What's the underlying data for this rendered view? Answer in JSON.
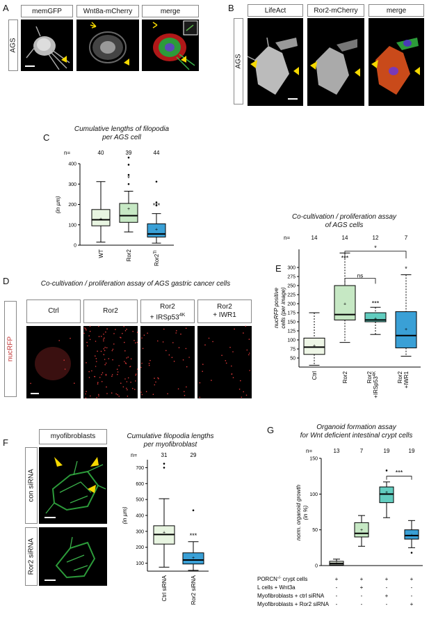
{
  "panel_letters": {
    "A": "A",
    "B": "B",
    "C": "C",
    "D": "D",
    "E": "E",
    "F": "F",
    "G": "G"
  },
  "panelA": {
    "side": "AGS",
    "labels": [
      "memGFP",
      "Wnt8a-mCherry",
      "merge"
    ]
  },
  "panelB": {
    "side": "AGS",
    "labels": [
      "LifeAct",
      "Ror2-mCherry",
      "merge"
    ]
  },
  "panelC": {
    "title_line1": "Cumulative lengths of filopodia",
    "title_line2": "per AGS cell",
    "n_label": "n=",
    "ylabel": "(in µm)",
    "sig": [
      "*",
      "***"
    ],
    "chart_data": {
      "type": "box",
      "categories": [
        "WT",
        "Ror2",
        "Ror2"
      ],
      "cat_sup": [
        "",
        "",
        "TI"
      ],
      "n": [
        "40",
        "39",
        "44"
      ],
      "yticks": [
        0,
        100,
        200,
        300,
        400
      ],
      "ylim": [
        0,
        400
      ],
      "boxes": [
        {
          "low": 15,
          "q1": 95,
          "med": 125,
          "q3": 175,
          "high": 312,
          "mean": 130,
          "outliers": []
        },
        {
          "low": 65,
          "q1": 112,
          "med": 145,
          "q3": 205,
          "high": 265,
          "mean": 180,
          "outliers": [
            300,
            345,
            395,
            430
          ]
        },
        {
          "low": 10,
          "q1": 40,
          "med": 55,
          "q3": 105,
          "high": 155,
          "mean": 78,
          "outliers": [
            195,
            210,
            312
          ]
        }
      ],
      "colors": [
        "#e8f5e1",
        "#c6e8c4",
        "#3aa0d6"
      ]
    }
  },
  "panelD": {
    "title": "Co-cultivation / proliferation assay of AGS gastric cancer cells",
    "side": "nucRFP",
    "labels": [
      [
        "Ctrl",
        ""
      ],
      [
        "Ror2",
        ""
      ],
      [
        "Ror2",
        "+ IRSp53"
      ],
      [
        "Ror2",
        "+ IWR1"
      ]
    ],
    "sup": [
      "",
      "",
      "4K",
      ""
    ]
  },
  "panelE": {
    "title_line1": "Co-cultivation / proliferation assay",
    "title_line2": "of AGS cells",
    "n_label": "n=",
    "ylabel_line1": "nucRFP positive",
    "ylabel_line2": "cells (per image)",
    "sig": [
      "***",
      "***",
      "*",
      "*",
      "ns"
    ],
    "chart_data": {
      "type": "box",
      "categories": [
        "Ctrl",
        "Ror2",
        "Ror2 +IRSp53",
        "Ror2 +IWR1"
      ],
      "cat_sup": [
        "",
        "",
        "4K",
        ""
      ],
      "n": [
        "14",
        "14",
        "12",
        "7"
      ],
      "yticks": [
        50,
        75,
        100,
        125,
        150,
        175,
        200,
        225,
        250,
        275,
        300
      ],
      "ylim": [
        25,
        350
      ],
      "boxes": [
        {
          "low": 30,
          "q1": 60,
          "med": 80,
          "q3": 105,
          "high": 175,
          "mean": 85
        },
        {
          "low": 93,
          "q1": 155,
          "med": 170,
          "q3": 250,
          "high": 340,
          "mean": 200
        },
        {
          "low": 115,
          "q1": 150,
          "med": 155,
          "q3": 175,
          "high": 190,
          "mean": 160
        },
        {
          "low": 55,
          "q1": 78,
          "med": 112,
          "q3": 178,
          "high": 280,
          "mean": 130
        }
      ],
      "colors": [
        "#eef6e6",
        "#c6e8c4",
        "#62cdbf",
        "#3aa0d6"
      ]
    }
  },
  "panelF": {
    "header": "myofibroblasts",
    "rows": [
      "con siRNA",
      "Ror2 siRNA"
    ],
    "title_line1": "Cumulative filopodia lengths",
    "title_line2": "per myofibroblast",
    "n_label": "n=",
    "ylabel": "(in µm)",
    "sig": [
      "***"
    ],
    "chart_data": {
      "type": "box",
      "categories": [
        "Ctrl siRNA",
        "Ror2 siRNA"
      ],
      "n": [
        "31",
        "29"
      ],
      "yticks": [
        100,
        200,
        300,
        400,
        500,
        600,
        700
      ],
      "ylim": [
        50,
        750
      ],
      "boxes": [
        {
          "low": 75,
          "q1": 220,
          "med": 280,
          "q3": 335,
          "high": 505,
          "mean": 295,
          "outliers": [
            700,
            725
          ]
        },
        {
          "low": 55,
          "q1": 95,
          "med": 120,
          "q3": 165,
          "high": 235,
          "mean": 135,
          "outliers": [
            432
          ]
        }
      ],
      "colors": [
        "#e8f5e1",
        "#3aa0d6"
      ]
    }
  },
  "panelG": {
    "title_line1": "Organoid formation assay",
    "title_line2": "for Wnt deficient intestinal crypt cells",
    "n_label": "n=",
    "ylabel_line1": "norm. organoid growth",
    "ylabel_line2": "(in %)",
    "sig": [
      "***"
    ],
    "chart_data": {
      "type": "box",
      "n": [
        "13",
        "7",
        "19",
        "19"
      ],
      "yticks": [
        0,
        50,
        100,
        150
      ],
      "ylim": [
        0,
        150
      ],
      "boxes": [
        {
          "low": 0,
          "q1": 1,
          "med": 3,
          "q3": 6,
          "high": 9,
          "mean": 4
        },
        {
          "low": 27,
          "q1": 40,
          "med": 45,
          "q3": 60,
          "high": 70,
          "mean": 50
        },
        {
          "low": 67,
          "q1": 88,
          "med": 100,
          "q3": 110,
          "high": 117,
          "mean": 103,
          "outliers": [
            133
          ]
        },
        {
          "low": 25,
          "q1": 37,
          "med": 42,
          "q3": 50,
          "high": 63,
          "mean": 43,
          "outliers": [
            18
          ]
        }
      ],
      "colors": [
        "#eef6e6",
        "#c6e8c4",
        "#62cdbf",
        "#3aa0d6"
      ],
      "conditions": [
        {
          "label": "PORCN",
          "sup": "-/-",
          "suffix": " crypt cells",
          "marks": [
            "+",
            "+",
            "+",
            "+"
          ]
        },
        {
          "label": "L cells + Wnt3a",
          "sup": "",
          "suffix": "",
          "marks": [
            "-",
            "+",
            "-",
            "-"
          ]
        },
        {
          "label": "Myofibroblasts + ctrl siRNA",
          "sup": "",
          "suffix": "",
          "marks": [
            "-",
            "-",
            "+",
            "-"
          ]
        },
        {
          "label": "Myofibroblasts + Ror2 siRNA",
          "sup": "",
          "suffix": "",
          "marks": [
            "-",
            "-",
            "-",
            "+"
          ]
        }
      ]
    }
  }
}
